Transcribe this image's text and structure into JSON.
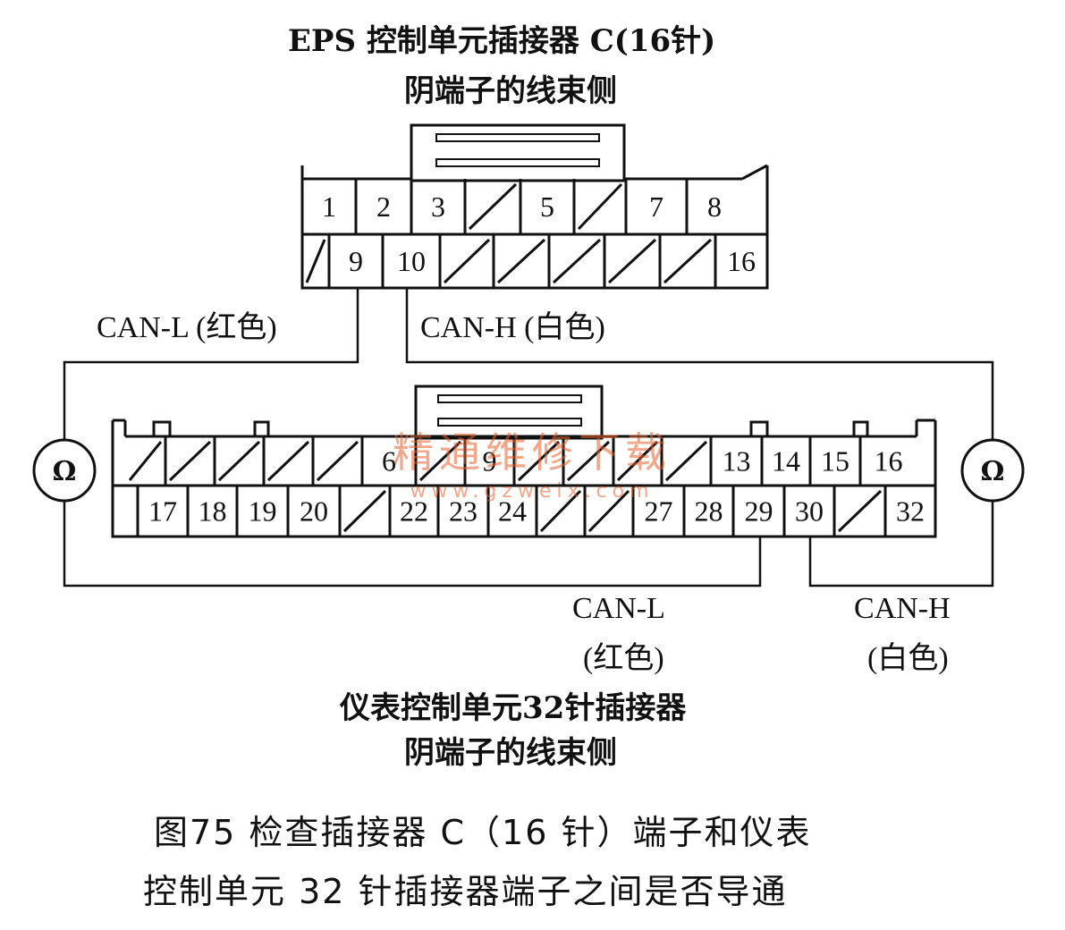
{
  "top_connector": {
    "title_line1": "EPS 控制单元插接器 C(16针)",
    "title_line2": "阴端子的线束侧",
    "row1_pins": [
      "1",
      "2",
      "3",
      "",
      "5",
      "",
      "7",
      "8"
    ],
    "row2_pins": [
      "",
      "9",
      "10",
      "",
      "",
      "",
      "",
      "",
      "16"
    ]
  },
  "bottom_connector": {
    "title_line1": "仪表控制单元32针插接器",
    "title_line2": "阴端子的线束侧",
    "row1_pins": [
      "",
      "",
      "",
      "",
      "",
      "6",
      "",
      "9",
      "",
      "",
      "",
      "",
      "13",
      "14",
      "15",
      "16"
    ],
    "row2_pins": [
      "17",
      "18",
      "19",
      "20",
      "",
      "22",
      "23",
      "24",
      "",
      "",
      "27",
      "28",
      "29",
      "30",
      "",
      "32"
    ]
  },
  "wires": {
    "can_l_top": "CAN-L (红色)",
    "can_h_top": "CAN-H (白色)",
    "can_l_bottom_1": "CAN-L",
    "can_l_bottom_2": "(红色)",
    "can_h_bottom_1": "CAN-H",
    "can_h_bottom_2": "(白色)"
  },
  "meters": {
    "left_symbol": "Ω",
    "right_symbol": "Ω"
  },
  "watermark": {
    "line1": "精通维修下载",
    "line2": "www.gzweix.com"
  },
  "caption": {
    "line1": "图75   检查插接器 C（16 针）端子和仪表",
    "line2": "控制单元 32 针插接器端子之间是否导通"
  }
}
